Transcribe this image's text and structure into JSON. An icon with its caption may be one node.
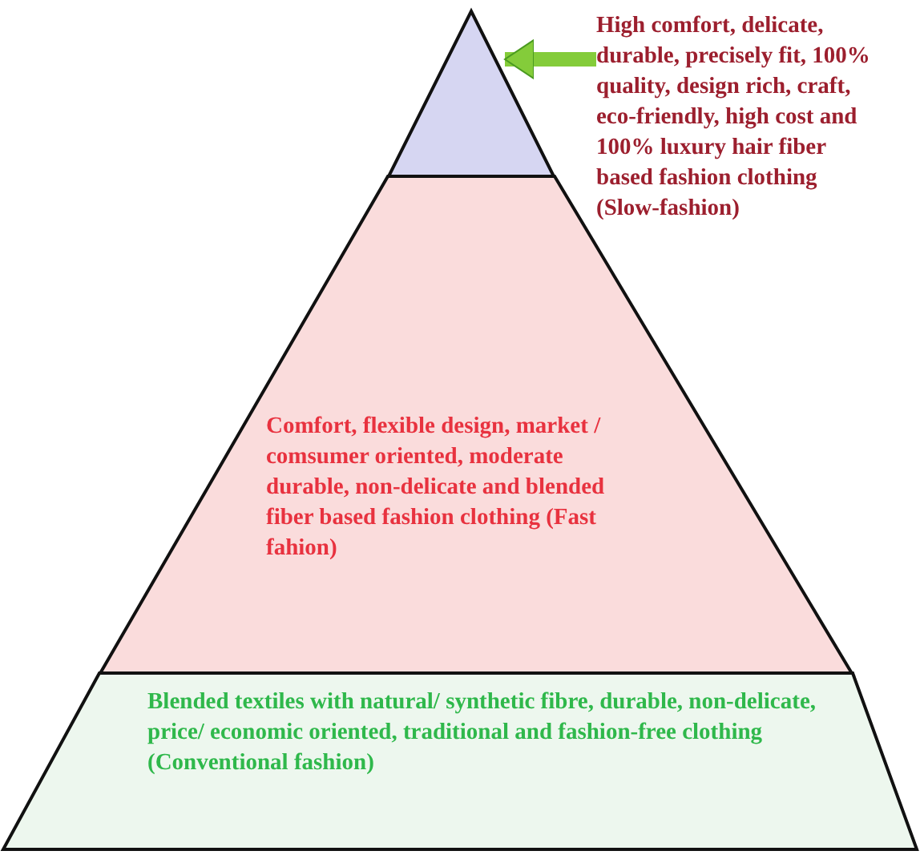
{
  "diagram": {
    "nodes": [
      {
        "text": [],
        "shape": "triangle"
      },
      {
        "text": [
          "High comfort, delicate, durable, precisely fit, 100% quality, design rich, craft, eco-friendly, high cost and 100% luxury hair fiber based fashion clothing (Slow-fashion)"
        ]
      },
      {
        "text": [
          "Comfort, flexible design, market / comsumer oriented, moderate durable, non-delicate and blended fiber based fashion clothing (Fast fahion)"
        ]
      },
      {
        "text": [
          "Blended textiles with natural/ synthetic fibre, durable, non-delicate, price/ economic oriented, traditional and fashion-free clothing (Conventional fashion)"
        ]
      }
    ],
    "edges": [
      {
        "from": 1,
        "to": 0,
        "arrow": "to",
        "color": "#84cc3a"
      }
    ]
  }
}
